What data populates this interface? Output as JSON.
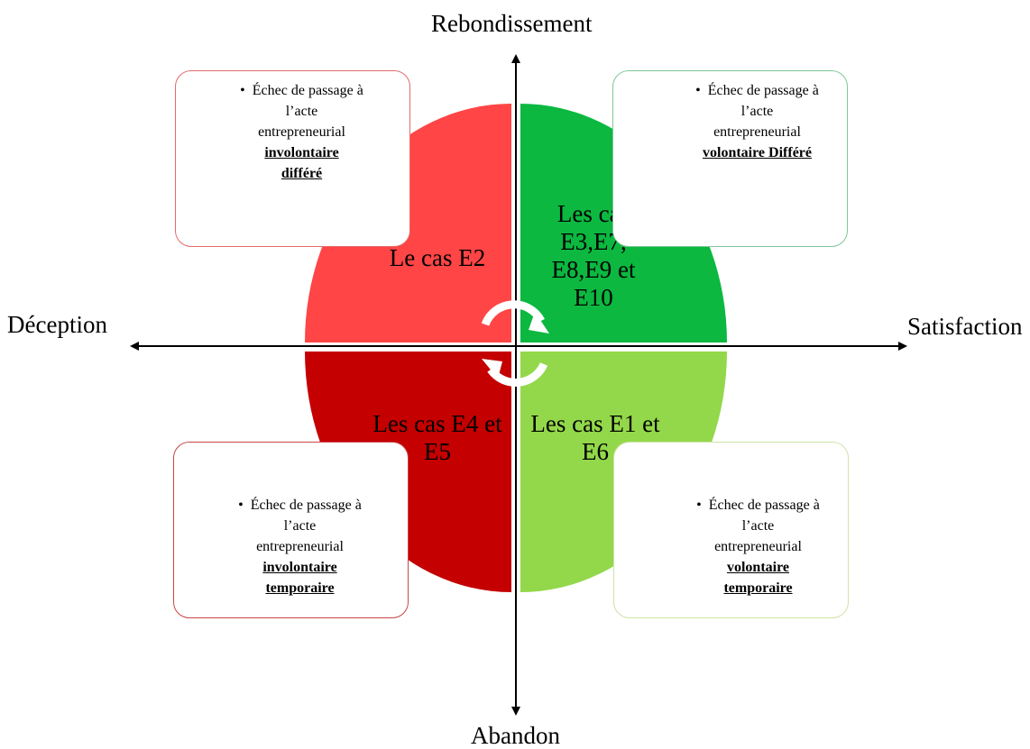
{
  "axes": {
    "top": "Rebondissement",
    "bottom": "Abandon",
    "left": "Déception",
    "right": "Satisfaction"
  },
  "quadrants": {
    "top_left": {
      "label": "Le cas E2",
      "color": "#ff4545"
    },
    "top_right": {
      "label": "Les cas E3,E7, E8,E9 et E10",
      "color": "#0cb840"
    },
    "bottom_left": {
      "label": "Les cas E4 et E5",
      "color": "#c40000"
    },
    "bottom_right": {
      "label": "Les cas E1 et E6",
      "color": "#93d84a"
    }
  },
  "boxes": {
    "top_left": {
      "bullet": "•",
      "line1": "Échec de passage à",
      "line2": "l’acte",
      "line3": "entrepreneurial",
      "strong1": "involontaire",
      "strong2": "différé"
    },
    "top_right": {
      "bullet": "•",
      "line1": "Échec de passage à",
      "line2": "l’acte",
      "line3": "entrepreneurial",
      "strong1": "volontaire Différé",
      "strong2": ""
    },
    "bottom_left": {
      "bullet": "•",
      "line1": "Échec de passage à",
      "line2": "l’acte",
      "line3": "entrepreneurial",
      "strong1": "involontaire",
      "strong2": "temporaire"
    },
    "bottom_right": {
      "bullet": "•",
      "line1": "Échec de passage à",
      "line2": "l’acte",
      "line3": "entrepreneurial",
      "strong1": "volontaire",
      "strong2": "temporaire"
    }
  },
  "icons": {
    "center": "cycle-arrows-icon"
  }
}
